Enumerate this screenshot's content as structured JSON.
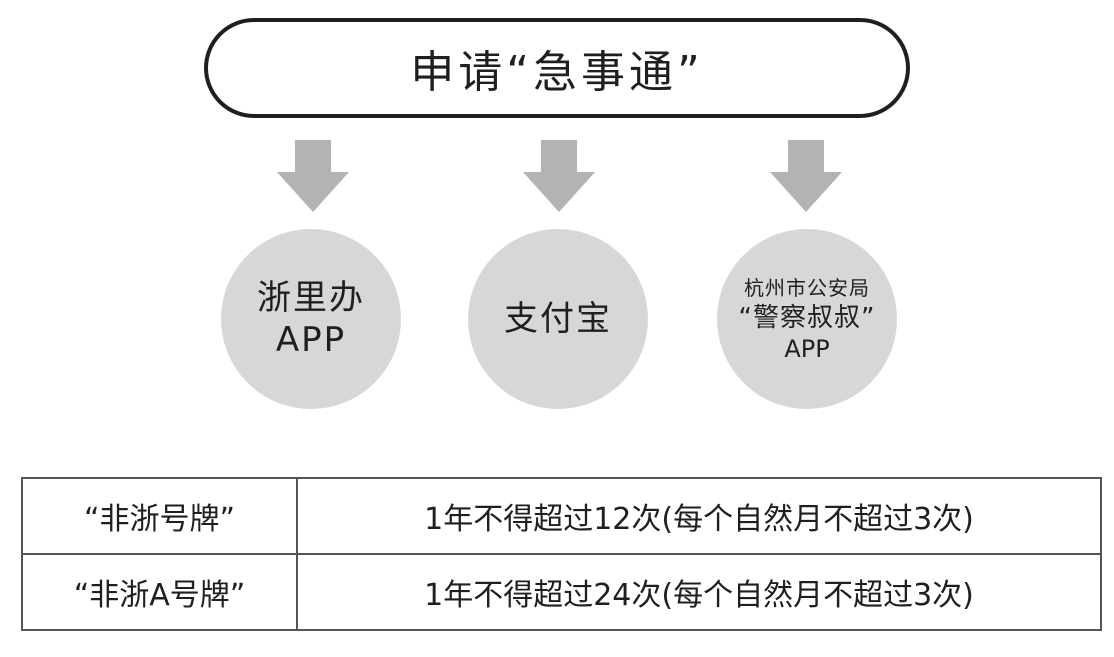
{
  "title": "申请“急事通”",
  "channels": [
    {
      "lines": [
        "浙里办",
        "APP"
      ]
    },
    {
      "lines": [
        "支付宝"
      ]
    },
    {
      "lines": [
        "杭州市公安局",
        "“警察叔叔”",
        "APP"
      ]
    }
  ],
  "colors": {
    "arrow": "#b3b3b3",
    "circle": "#d7d7d7",
    "border": "#1f1f1f",
    "table_border": "#555555"
  },
  "rules": [
    {
      "plate": "“非浙号牌”",
      "limit": "1年不得超过12次(每个自然月不超过3次)"
    },
    {
      "plate": "“非浙A号牌”",
      "limit": "1年不得超过24次(每个自然月不超过3次)"
    }
  ]
}
